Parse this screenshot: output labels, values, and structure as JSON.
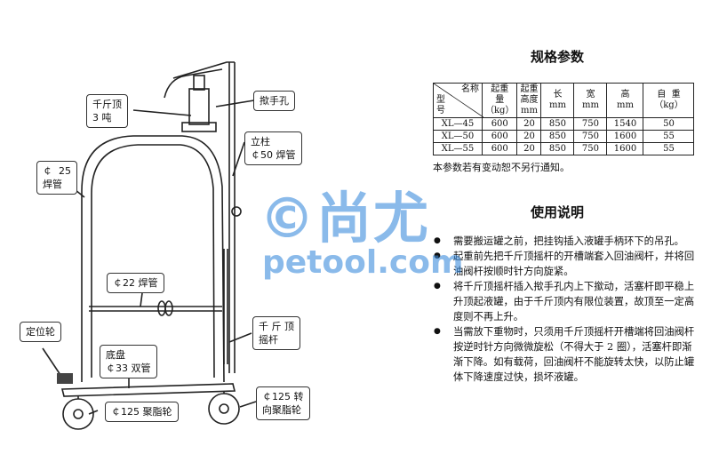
{
  "diagram": {
    "labels": {
      "jack": "千斤顶\n3 吨",
      "handle_hole": "揿手孔",
      "column": "立柱\n￠50 焊管",
      "frame": "￠  25\n焊管",
      "crossbar": "￠22 焊管",
      "jack_lever": "千 斤 顶\n摇杆",
      "locating_wheel": "定位轮",
      "base": "底盘\n￠33 双管",
      "front_wheel": "￠125 聚脂轮",
      "rear_wheel": "￠125 转\n向聚脂轮"
    }
  },
  "spec": {
    "title": "规格参数",
    "header": {
      "model_top": "名称",
      "model_bottom": "型\n号",
      "cols": [
        "起重\n量\n（kg）",
        "起重\n高度\nmm",
        "长\nmm",
        "宽\nmm",
        "高\nmm",
        "自  重\n（kg）"
      ]
    },
    "rows": [
      [
        "XL—45",
        "600",
        "20",
        "850",
        "750",
        "1540",
        "50"
      ],
      [
        "XL—50",
        "600",
        "20",
        "850",
        "750",
        "1600",
        "55"
      ],
      [
        "XL—55",
        "600",
        "20",
        "850",
        "750",
        "1600",
        "55"
      ]
    ],
    "note": "本参数若有变动恕不另行通知。"
  },
  "usage": {
    "title": "使用说明",
    "items": [
      "需要搬运罐之前，把挂钩插入液罐手柄环下的吊孔。",
      "起重前先把千斤顶摇杆的开槽端套入回油阀杆，并将回油阀杆按顺时针方向旋紧。",
      "将千斤顶摇杆插入揿手孔内上下撳动，活塞杆即平稳上升顶起液罐，由于千斤顶内有限位装置，故顶至一定高度则不再上升。",
      "当需放下重物时，只须用千斤顶摇杆开槽端将回油阀杆按逆时针方向微微旋松（不得大于 2 圈），活塞杆即渐渐下降。如有载荷，回油阀杆不能旋转太快，以防止罐体下降速度过快，损坏液罐。"
    ]
  },
  "watermark": {
    "cn": "©尚尤",
    "en": "petool.com"
  }
}
